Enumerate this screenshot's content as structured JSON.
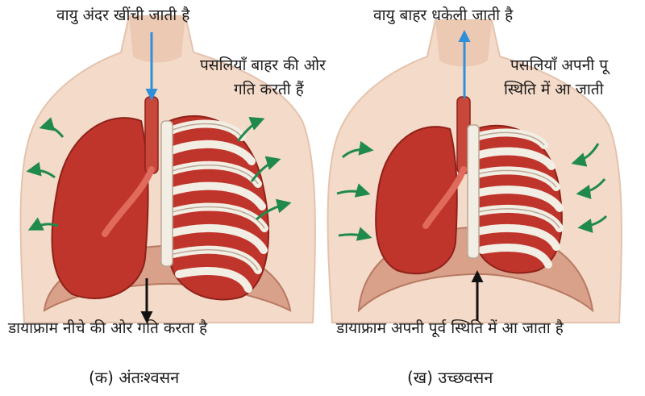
{
  "panel_a": {
    "top_label": "वायु अंदर खींची जाती है",
    "rib_label_line1": "पसलियाँ बाहर की ओर",
    "rib_label_line2": "गति करती हैं",
    "diaphragm_label": "डायाफ्राम नीचे की ओर गति करता है",
    "caption": "(क) अंतःश्वसन"
  },
  "panel_b": {
    "top_label": "वायु बाहर धकेली जाती है",
    "rib_label_line1": "पसलियाँ अपनी पू",
    "rib_label_line2": "स्थिति में आ जाती",
    "diaphragm_label": "डायाफ्राम अपनी पूर्व स्थिति में आ जाता है",
    "caption": "(ख) उच्छवसन"
  },
  "colors": {
    "skin": "#f4dac8",
    "lung": "#c0352b",
    "rib": "#f2eee4",
    "motion_arrow": "#1f8a4c",
    "air_arrow": "#2f8fd8",
    "diaphragm_arrow": "#111111"
  }
}
